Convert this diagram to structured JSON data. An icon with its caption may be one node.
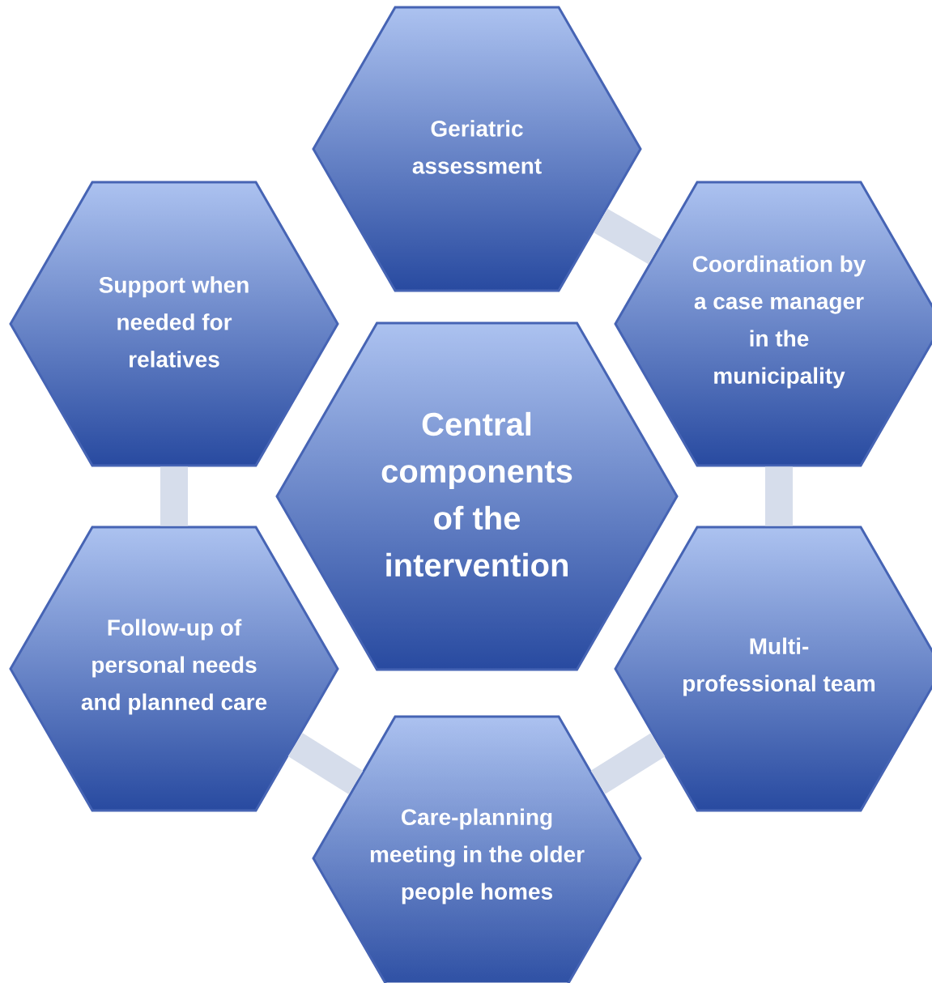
{
  "diagram": {
    "nodes": [
      {
        "text": [
          "Geriatric assessment"
        ]
      },
      {
        "text": [
          "Support when needed for relatives"
        ]
      },
      {
        "text": [
          "Coordination by a case manager in the municipality"
        ]
      },
      {
        "text": [
          "Central components of the intervention"
        ]
      },
      {
        "text": [
          "Follow-up of personal needs and planned care"
        ]
      },
      {
        "text": [
          "Multi-professional team"
        ]
      },
      {
        "text": [
          "Care-planning meeting in the older people homes"
        ]
      }
    ],
    "edges": [
      {
        "from": 0,
        "to": 2,
        "arrow": "none"
      },
      {
        "from": 2,
        "to": 5,
        "arrow": "none"
      },
      {
        "from": 5,
        "to": 6,
        "arrow": "none"
      },
      {
        "from": 6,
        "to": 4,
        "arrow": "none"
      },
      {
        "from": 4,
        "to": 1,
        "arrow": "none"
      }
    ]
  }
}
